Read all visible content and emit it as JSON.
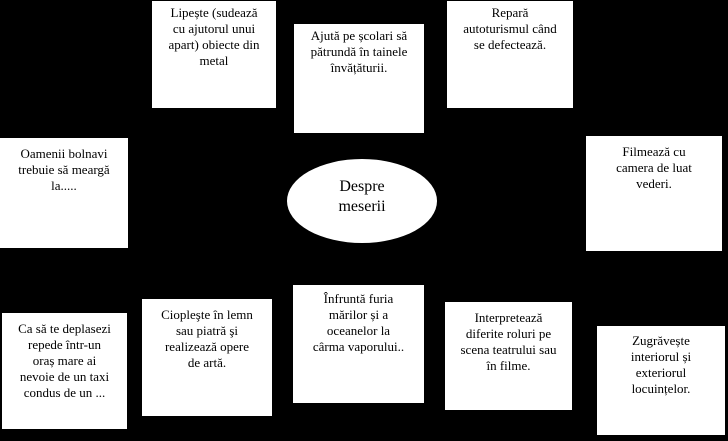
{
  "center": {
    "lines": [
      "Despre",
      "meserii"
    ]
  },
  "boxes": [
    {
      "id": "sudor",
      "lines": [
        "Lipește (sudează",
        "cu ajutorul unui",
        "apart) obiecte din",
        "metal"
      ]
    },
    {
      "id": "profesor",
      "lines": [
        "Ajută pe școlari să",
        "pătrundă în tainele",
        "învățăturii."
      ]
    },
    {
      "id": "mecanic",
      "lines": [
        "Repară",
        "autoturismul când",
        "se defectează."
      ]
    },
    {
      "id": "medic",
      "lines": [
        "Oamenii bolnavi",
        "trebuie să meargă",
        "la....."
      ]
    },
    {
      "id": "operator",
      "lines": [
        "Filmează cu",
        "camera de luat",
        "vederi."
      ]
    },
    {
      "id": "taximetrist",
      "lines": [
        "Ca să te deplasezi",
        "repede într-un",
        "oraș mare ai",
        "nevoie de un taxi",
        "condus de un ..."
      ]
    },
    {
      "id": "sculptor",
      "lines": [
        "Ciopleşte în lemn",
        "sau piatră şi",
        "realizează opere",
        "de artă."
      ]
    },
    {
      "id": "marinar",
      "lines": [
        "Înfruntă furia",
        "mărilor și a",
        "oceanelor la",
        "cârma vaporului.."
      ]
    },
    {
      "id": "actor",
      "lines": [
        "Interpretează",
        "diferite roluri pe",
        "scena teatrului sau",
        "în filme."
      ]
    },
    {
      "id": "zugrav",
      "lines": [
        "Zugrăvește",
        "interiorul și",
        "exteriorul",
        "locuințelor."
      ]
    }
  ]
}
